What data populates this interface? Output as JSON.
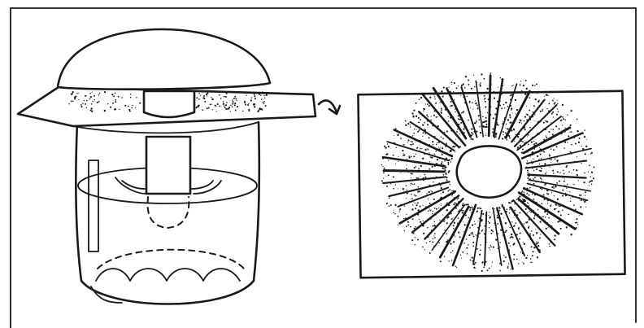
{
  "figure": {
    "panels": [
      {
        "name": "mushroom-cap-on-paper-over-jar",
        "icon": "mushroom-jar-sketch"
      },
      {
        "name": "spore-print",
        "icon": "spore-print-sketch"
      }
    ],
    "connector_icon": "curved-arrow",
    "colors": {
      "ink": "#1a1a1a",
      "paper": "#ffffff"
    }
  }
}
